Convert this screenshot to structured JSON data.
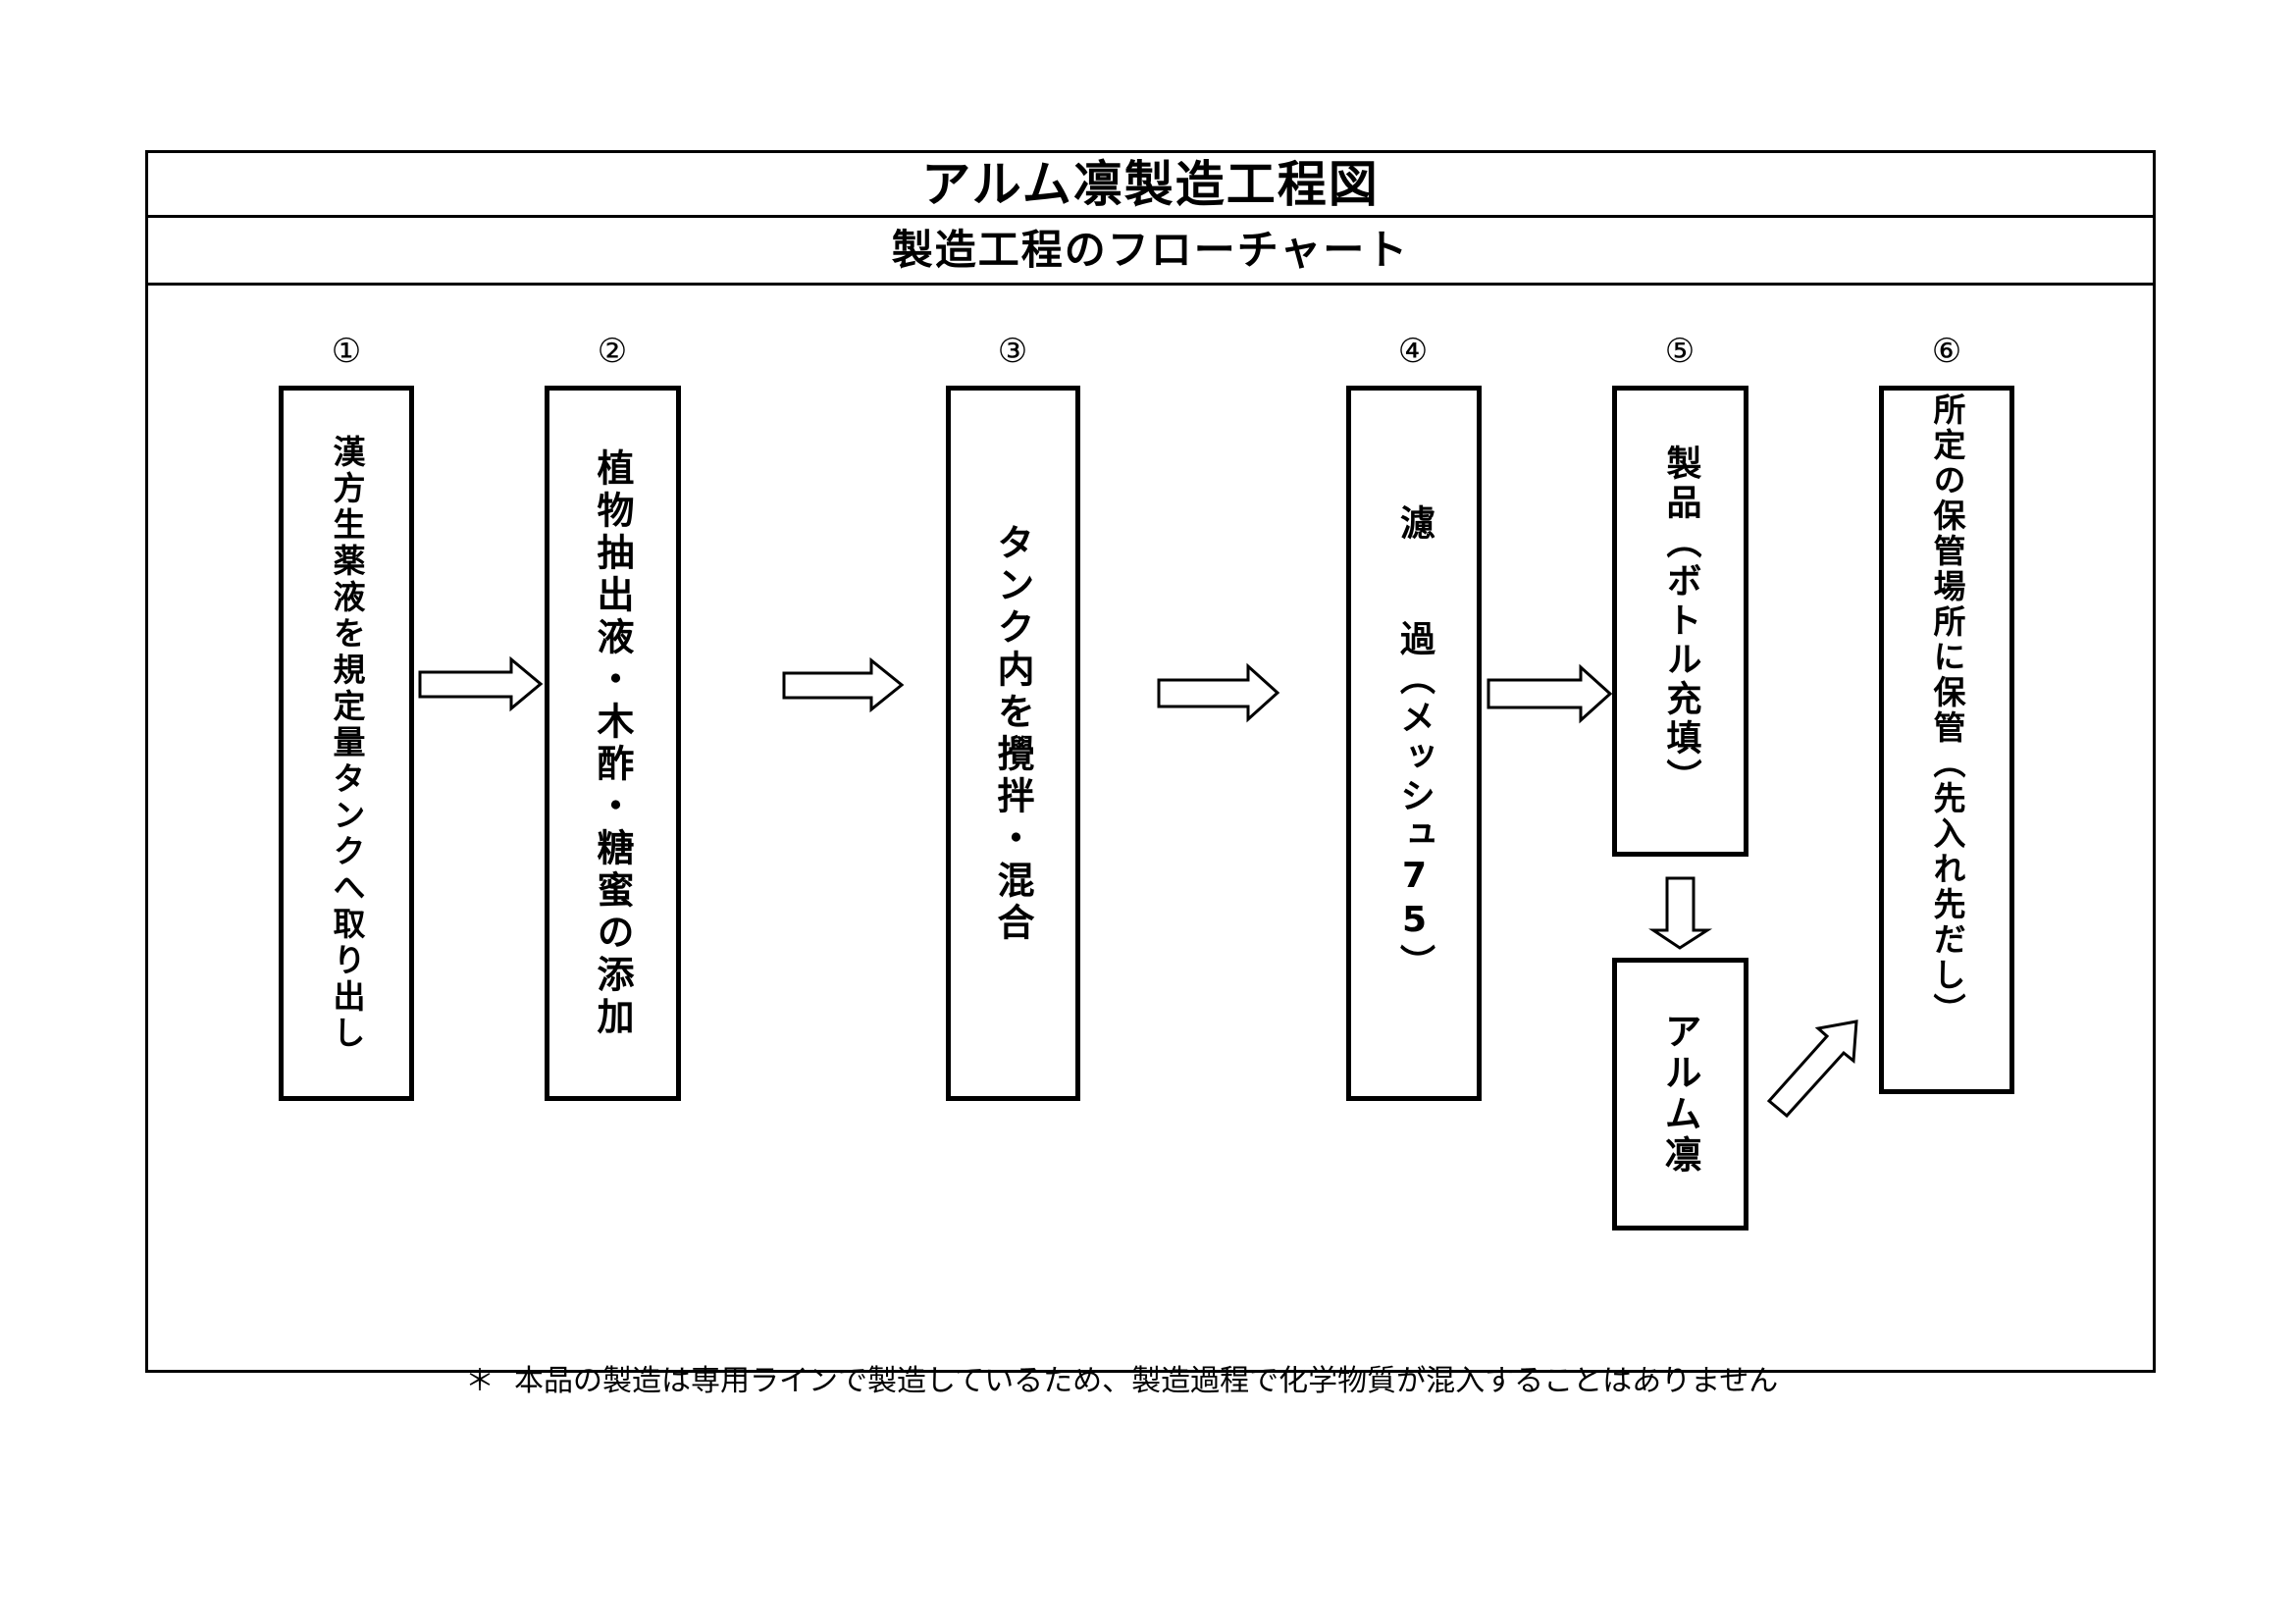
{
  "document": {
    "title": "アルム凛製造工程図",
    "subtitle": "製造工程のフローチャート"
  },
  "steps": [
    {
      "number": "①",
      "label": "漢方生薬液を規定量タンクへ取り出し"
    },
    {
      "number": "②",
      "label": "植物抽出液・木酢・糖蜜の添加"
    },
    {
      "number": "③",
      "label": "タンク内を攪拌・混合"
    },
    {
      "number": "④",
      "label_top": "濾",
      "label_mid": "過",
      "label_bottom": "（メッシュ75）"
    },
    {
      "number": "⑤",
      "label": "製品（ボトル充填）"
    },
    {
      "number": "⑥",
      "label": "所定の保管場所に保管（先入れ先だし）"
    }
  ],
  "product_box": {
    "label": "アルム凛"
  },
  "footnote": {
    "marker": "＊",
    "text": "本品の製造は専用ラインで製造しているため、製造過程で化学物質が混入することはありません"
  },
  "connections": [
    {
      "from": "①",
      "to": "②",
      "direction": "right"
    },
    {
      "from": "②",
      "to": "③",
      "direction": "right"
    },
    {
      "from": "③",
      "to": "④",
      "direction": "right"
    },
    {
      "from": "④",
      "to": "⑤",
      "direction": "right"
    },
    {
      "from": "⑤",
      "to": "アルム凛",
      "direction": "down"
    },
    {
      "from": "アルム凛",
      "to": "⑥",
      "direction": "up-right"
    }
  ],
  "colors": {
    "line": "#000000",
    "background": "#ffffff"
  }
}
